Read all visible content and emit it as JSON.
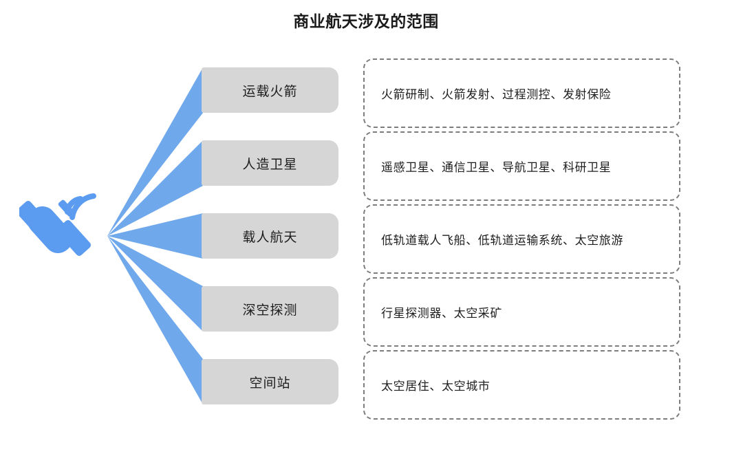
{
  "title": "商业航天涉及的范围",
  "colors": {
    "ray_blue": "#70a8ec",
    "satellite_blue": "#5b9bf0",
    "category_box_gray": "#d6d6d6",
    "dashed_border_gray": "#7c7c7c",
    "text_dark": "#1d1d1d",
    "background": "#ffffff"
  },
  "source_icon": {
    "name": "satellite-icon",
    "label": "satellite"
  },
  "rows": [
    {
      "category": "运载火箭",
      "details": "火箭研制、火箭发射、过程测控、发射保险"
    },
    {
      "category": "人造卫星",
      "details": "遥感卫星、通信卫星、导航卫星、科研卫星"
    },
    {
      "category": "载人航天",
      "details": "低轨道载人飞船、低轨道运输系统、太空旅游"
    },
    {
      "category": "深空探测",
      "details": "行星探测器、太空采矿"
    },
    {
      "category": "空间站",
      "details": "太空居住、太空城市"
    }
  ]
}
